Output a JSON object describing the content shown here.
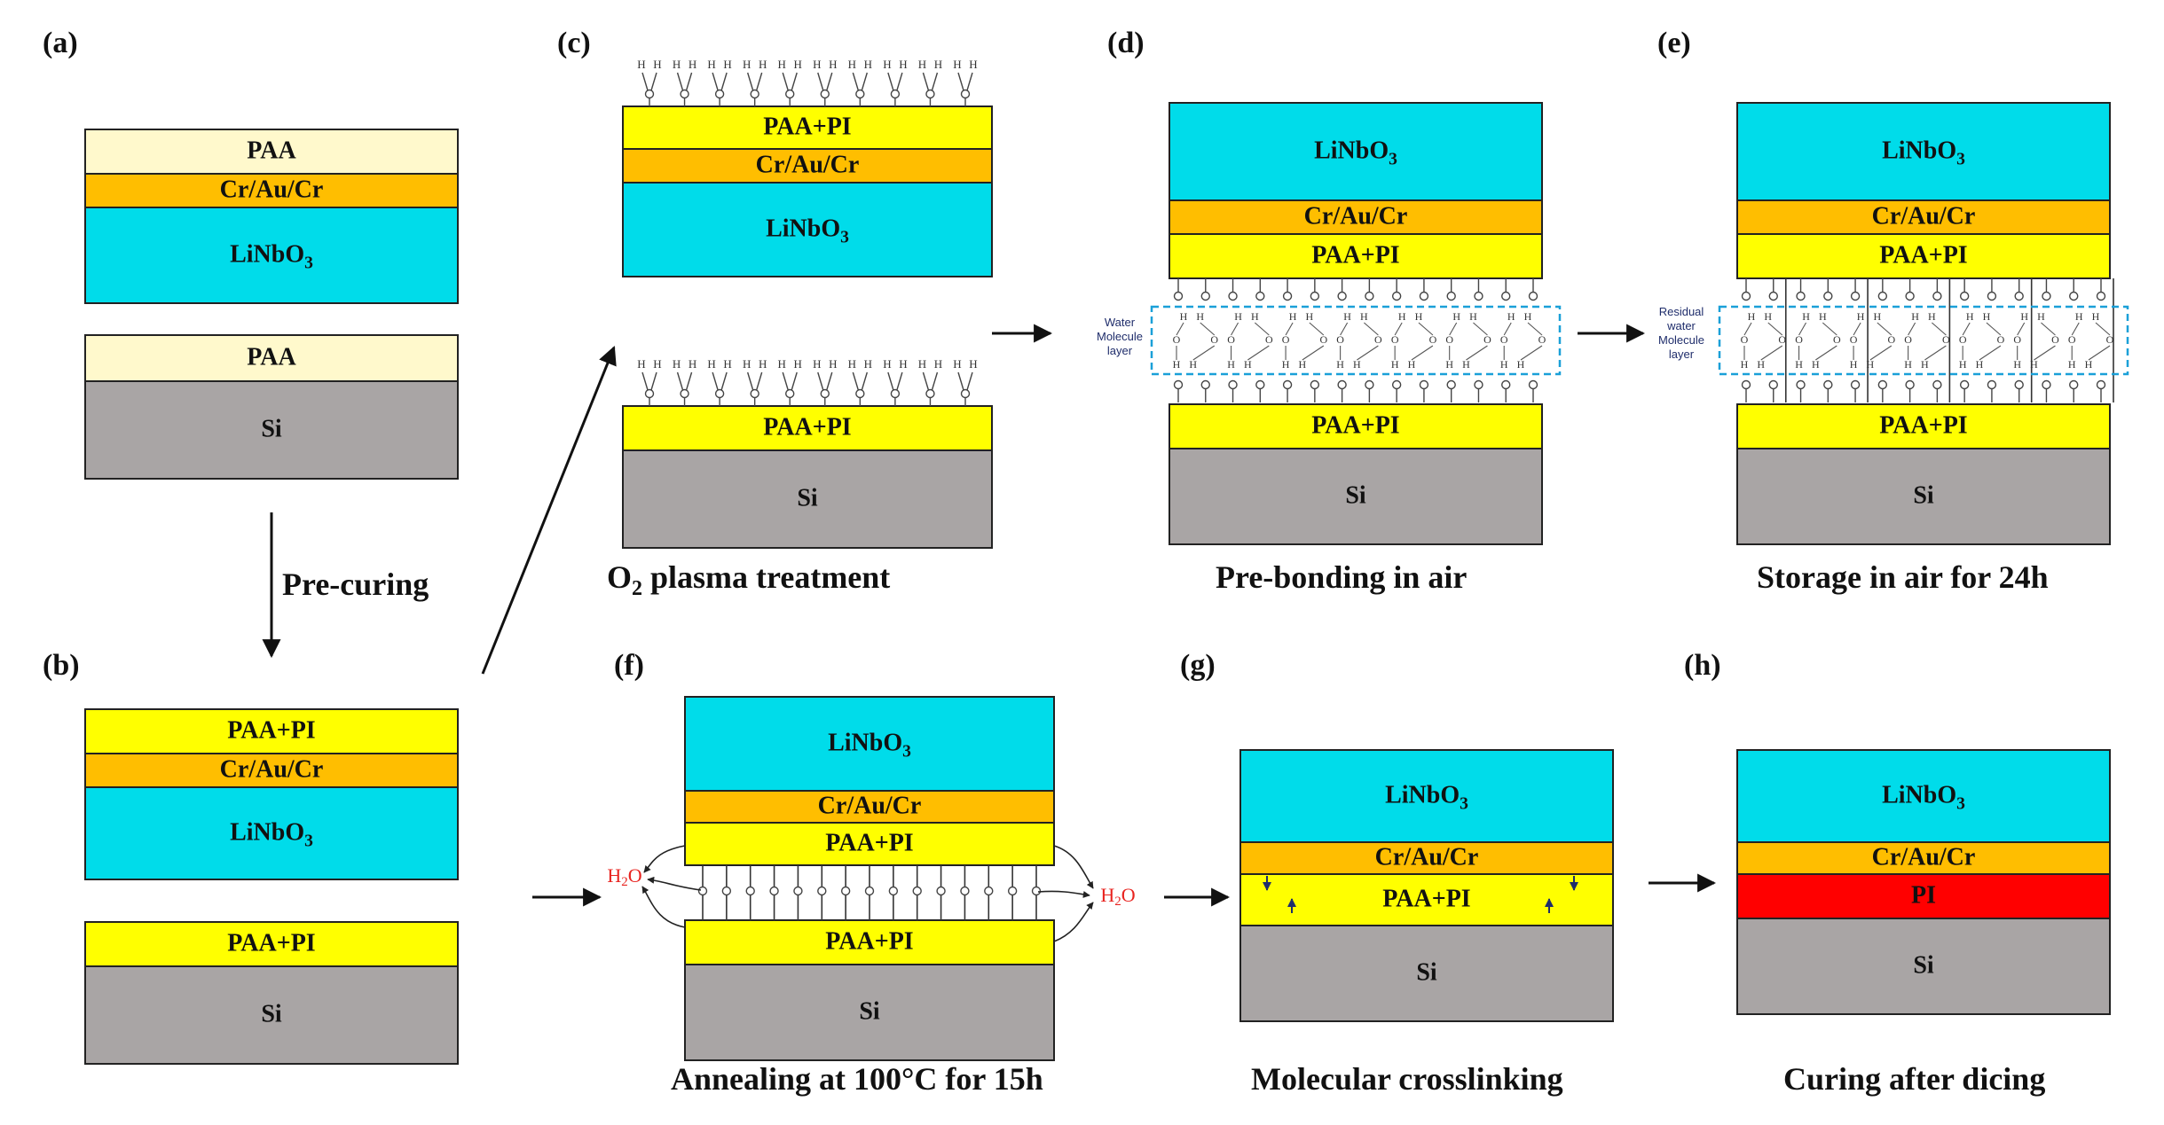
{
  "panels": {
    "a": {
      "label": "(a)"
    },
    "b": {
      "label": "(b)"
    },
    "c": {
      "label": "(c)",
      "caption": "O2 plasma treatment"
    },
    "d": {
      "label": "(d)",
      "caption": "Pre-bonding in air",
      "annotation": "Water Molecule layer"
    },
    "e": {
      "label": "(e)",
      "caption": "Storage in air for 24h",
      "annotation": "Residual water Molecule layer"
    },
    "f": {
      "label": "(f)",
      "caption": "Annealing  at 100°C for 15h",
      "byproduct": "H2O"
    },
    "g": {
      "label": "(g)",
      "caption": "Molecular crosslinking"
    },
    "h": {
      "label": "(h)",
      "caption": "Curing after dicing"
    }
  },
  "arrows": {
    "precuring": "Pre-curing"
  },
  "layers": {
    "paa": "PAA",
    "paa_pi": "PAA+PI",
    "pi": "PI",
    "cr_au_cr": "Cr/Au/Cr",
    "linbo3": "LiNbO3",
    "si": "Si"
  },
  "atoms": {
    "h": "H",
    "o": "O"
  },
  "colors": {
    "paa": "#fff9cc",
    "paa_pi": "#ffff00",
    "pi": "#ff0000",
    "cr_au_cr": "#ffbe00",
    "linbo3": "#00dcea",
    "si": "#a9a5a5",
    "water_box": "#1aa0d8",
    "h2o": "#e8231f"
  }
}
